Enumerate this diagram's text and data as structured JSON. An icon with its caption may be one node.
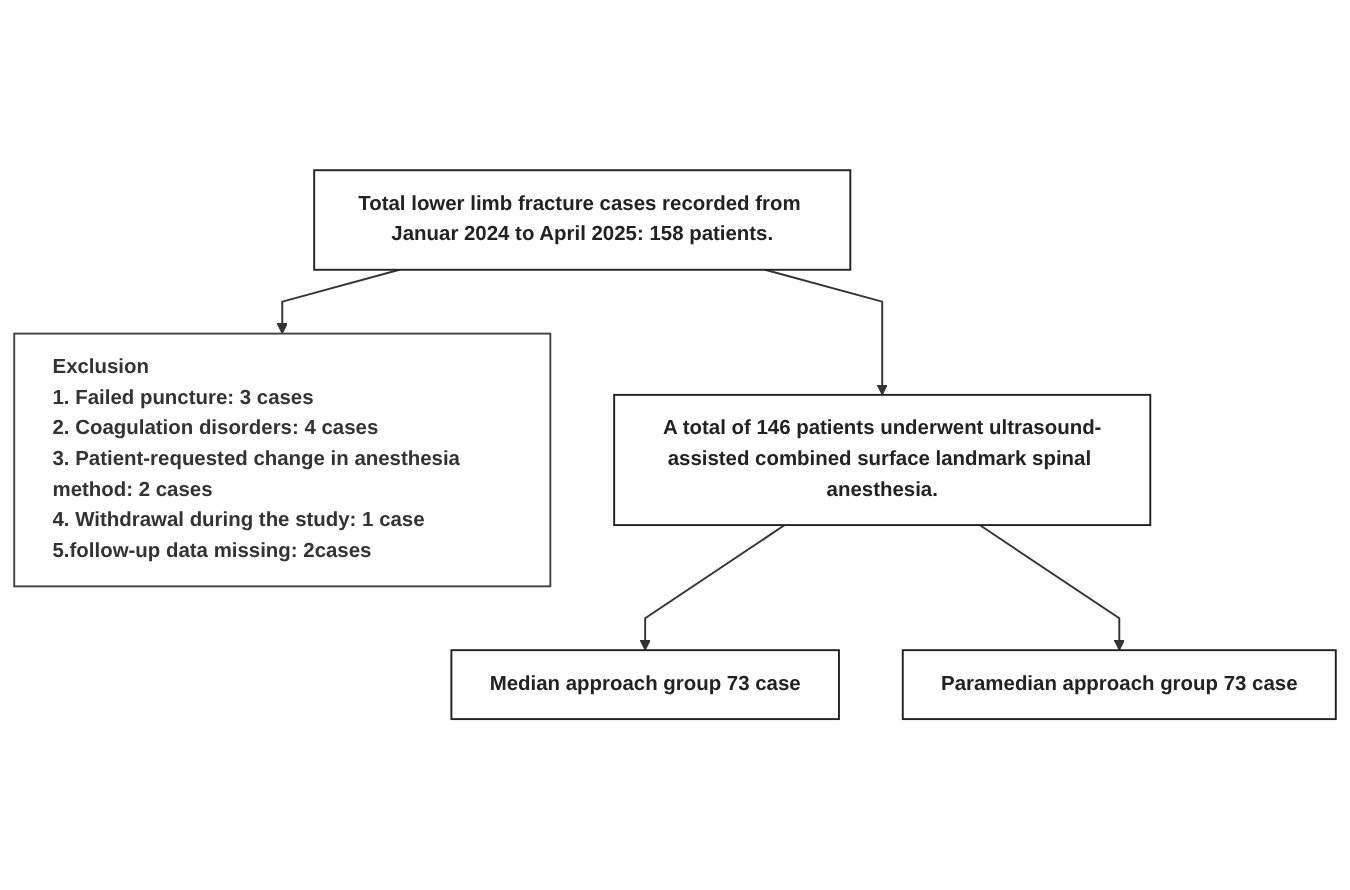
{
  "diagram": {
    "nodes": [
      {
        "text": [
          "Total lower limb fracture cases recorded from Januar 2024 to April 2025: 158 patients."
        ]
      },
      {
        "text": [
          "Exclusion",
          "1. Failed puncture: 3 cases",
          "2. Coagulation disorders: 4 cases",
          "3. Patient-requested change in anesthesia method: 2 cases",
          "4. Withdrawal during the study: 1 case",
          "5.follow-up data missing: 2cases"
        ]
      },
      {
        "text": [
          "A total of 146 patients underwent ultrasound-assisted combined surface landmark spinal anesthesia."
        ]
      },
      {
        "text": [
          "Median approach group 73 case"
        ]
      },
      {
        "text": [
          "Paramedian approach group 73 case"
        ]
      }
    ],
    "edges": [
      {
        "from": 0,
        "to": 2,
        "arrow": "to"
      },
      {
        "from": 0,
        "to": 1,
        "arrow": "to"
      },
      {
        "from": 2,
        "to": 3,
        "arrow": "to"
      },
      {
        "from": 2,
        "to": 4,
        "arrow": "to"
      }
    ]
  }
}
